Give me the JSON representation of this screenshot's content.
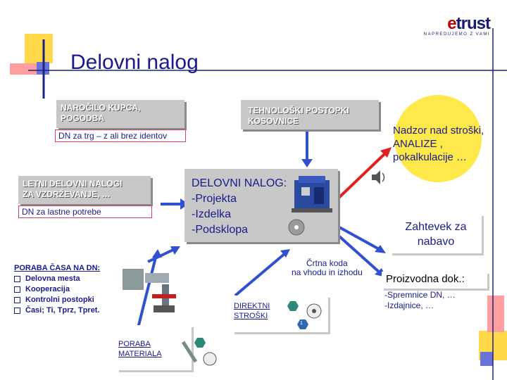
{
  "title": "Delovni nalog",
  "logo": {
    "brand_e": "e",
    "brand_rest": "trust",
    "tagline": "NAPREDUJEMO Z VAMI"
  },
  "narocilo": {
    "title_line1": "NAROČILO KUPCA,",
    "title_line2": "POGODBA",
    "sub": "DN za trg – z ali brez identov"
  },
  "tehnoloski": {
    "title_line1": "TEHNOLOŠKI POSTOPKI",
    "title_line2": "KOSOVNICE"
  },
  "letni": {
    "title_line1": "LETNI DELOVNI NALOGI",
    "title_line2": "ZA VZDRŽEVANJE, …",
    "sub": "DN za lastne potrebe"
  },
  "delovni": {
    "line1": "DELOVNI NALOG:",
    "line2": "-Projekta",
    "line3": "-Izdelka",
    "line4": "-Podsklopa"
  },
  "nadzor": {
    "line1": "Nadzor nad stroški,",
    "line2": "ANALIZE ,",
    "line3": "pokalkulacije …"
  },
  "zahtevek": {
    "line1": "Zahtevek za",
    "line2": "nabavo"
  },
  "poraba_casa": {
    "title": "PORABA ČASA NA DN:",
    "items": [
      "Delovna mesta",
      "Kooperacija",
      "Kontrolni postopki",
      "Časi; Ti, Tprz, Tpret."
    ]
  },
  "crtna": {
    "line1": "Črtna koda",
    "line2": "na vhodu in izhodu"
  },
  "proizvodna": {
    "title": "Proizvodna dok.:",
    "line1": "-Spremnice DN, …",
    "line2": "-Izdajnice, …"
  },
  "direktni": {
    "line1": "DIREKTNI",
    "line2": "STROŠKI",
    "badge": "1"
  },
  "poraba_materiala": {
    "line1": "PORABA",
    "line2": "MATERIALA"
  },
  "colors": {
    "title": "#1a1a8c",
    "red_arrow": "#e02020",
    "blue_arrow": "#3050d0",
    "yellow": "#ffd94a",
    "pink": "#ff9999",
    "navy": "#1a237e"
  }
}
